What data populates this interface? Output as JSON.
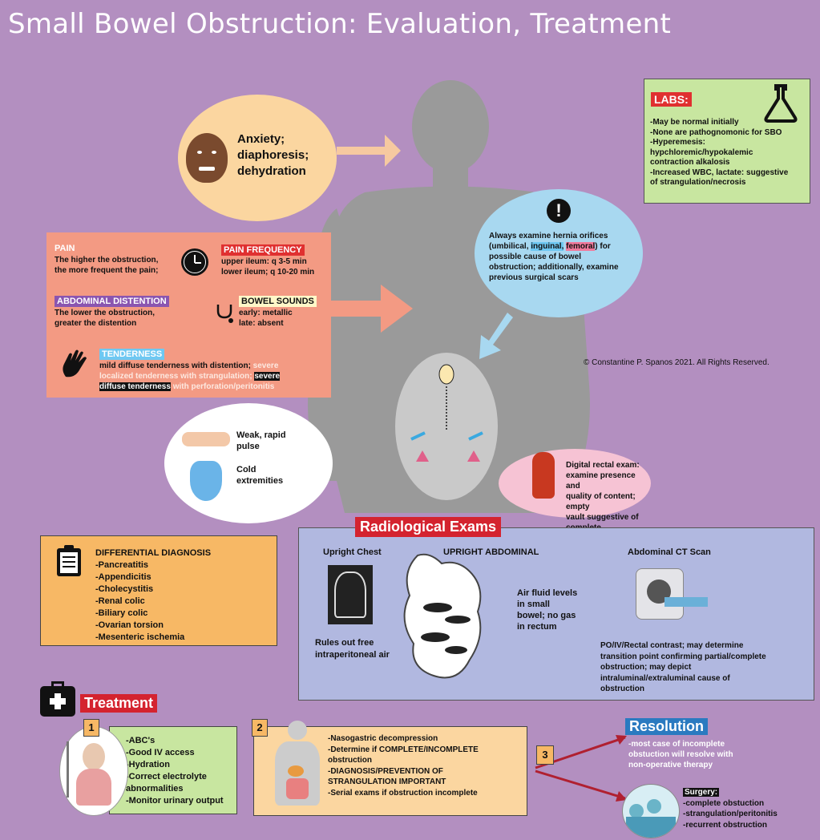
{
  "title": "Small Bowel Obstruction: Evaluation, Treatment",
  "copyright": "© Constantine P. Spanos 2021. All Rights Reserved.",
  "symptoms": {
    "line1": "Anxiety;",
    "line2": "diaphoresis;",
    "line3": "dehydration"
  },
  "labs": {
    "header": "LABS:",
    "items": [
      "-May be normal initially",
      "-None are pathognomonic for SBO",
      "-Hyperemesis:",
      "hypchloremic/hypokalemic",
      "contraction alkalosis",
      "-Increased WBC, lactate: suggestive",
      "of strangulation/necrosis"
    ],
    "icon": "flask-icon"
  },
  "hernia": {
    "alert_icon": "exclamation-icon",
    "line1": "Always examine hernia orifices",
    "p_open": "(",
    "umbilical": "umbilical,",
    "inguinal": "inguinal,",
    "femoral": "femoral",
    "p_close": ") for",
    "line3": "possible cause of bowel",
    "line4": "obstruction; additionally, examine",
    "line5": "previous surgical scars"
  },
  "pain": {
    "header": "PAIN",
    "line1": "The higher the obstruction,",
    "line2": "the more frequent the pain;",
    "freq_header": "PAIN FREQUENCY",
    "freq1": "upper ileum: q 3-5 min",
    "freq2": "lower ileum; q 10-20 min",
    "dist_header": "ABDOMINAL DISTENTION",
    "dist1": "The lower the obstruction,",
    "dist2": "greater the distention",
    "sounds_header": "BOWEL SOUNDS",
    "sounds1": "early: metallic",
    "sounds2": "late: absent",
    "tend_header": "TENDERNESS",
    "tend_a": "mild diffuse tenderness with distention;",
    "tend_b": " severe",
    "tend_c": "localized tenderness with strangulation;",
    "tend_d": "severe",
    "tend_e": "diffuse tenderness",
    "tend_f": " with perforation/peritonitis"
  },
  "pulse": {
    "p1": "Weak, rapid",
    "p2": "pulse",
    "c1": "Cold",
    "c2": "extremities"
  },
  "rectal": {
    "l1": "Digital rectal exam:",
    "l2": "examine presence and",
    "l3": "quality of content; empty",
    "l4": "vault suggestive of",
    "l5": "complete"
  },
  "differential": {
    "header": "DIFFERENTIAL DIAGNOSIS",
    "items": [
      "-Pancreatitis",
      "-Appendicitis",
      "-Cholecystitis",
      "-Renal colic",
      "-Biliary colic",
      "-Ovarian torsion",
      "-Mesenteric ischemia"
    ]
  },
  "radiology": {
    "header": "Radiological Exams",
    "chest_title": "Upright Chest",
    "chest1": "Rules out free",
    "chest2": "intraperitoneal air",
    "abd_title": "UPRIGHT ABDOMINAL",
    "abd1": "Air fluid levels",
    "abd2": "in small",
    "abd3": "bowel; no gas",
    "abd4": "in rectum",
    "ct_title": "Abdominal CT Scan",
    "ct1": "PO/IV/Rectal contrast; may determine",
    "ct2": "transition point confirming partial/complete",
    "ct3": "obstruction; may depict",
    "ct4": "intraluminal/extraluminal cause of",
    "ct5": "obstruction"
  },
  "treatment": {
    "header": "Treatment",
    "step1_num": "1",
    "step1": [
      "-ABC's",
      "-Good IV access",
      "-Hydration",
      "-Correct electrolyte",
      "abnormalities",
      "-Monitor urinary output"
    ],
    "step2_num": "2",
    "step2": [
      "-Nasogastric decompression",
      "-Determine if COMPLETE/INCOMPLETE",
      "obstruction",
      "-DIAGNOSIS/PREVENTION OF",
      "STRANGULATION IMPORTANT",
      "-Serial exams if obstruction incomplete"
    ],
    "step3_num": "3"
  },
  "resolution": {
    "header": "Resolution",
    "lines": [
      "-most case of incomplete",
      "obstuction will resolve with",
      "non-operative therapy"
    ],
    "surgery_header": "Surgery:",
    "surgery": [
      "-complete obstuction",
      "-strangulation/peritonitis",
      "-recurrent obstruction"
    ]
  },
  "colors": {
    "background": "#b38fc0",
    "pain_box": "#f39a83",
    "labs_box": "#c8e6a0",
    "hernia_bubble": "#a8d8f0",
    "symptom_bubble": "#fbd6a0",
    "radiology_box": "#b1b8e0",
    "treatment_red": "#d4232f",
    "resolution_blue": "#2a7ac0"
  }
}
